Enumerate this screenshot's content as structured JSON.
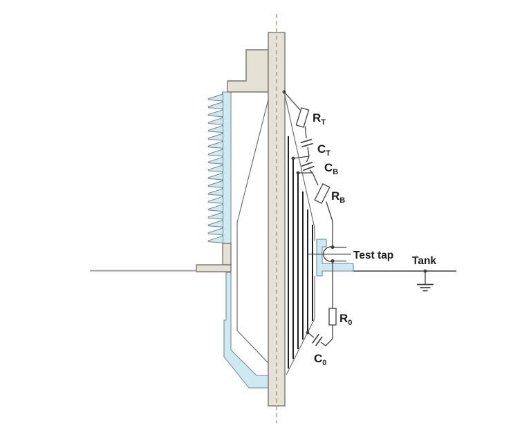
{
  "labels": {
    "rt": {
      "main": "R",
      "sub": "T"
    },
    "ct": {
      "main": "C",
      "sub": "T"
    },
    "cb": {
      "main": "C",
      "sub": "B"
    },
    "rb": {
      "main": "R",
      "sub": "B"
    },
    "r0": {
      "main": "R",
      "sub": "0"
    },
    "c0": {
      "main": "C",
      "sub": "0"
    },
    "test_tap": "Test tap",
    "tank": "Tank"
  },
  "colors": {
    "body-fill": "#e6e1d5",
    "body-stroke": "#7a766c",
    "insulator-fill": "#cde9f1",
    "insulator-stroke": "#6e8289",
    "outline": "#6f6f6f",
    "circuit": "#3d3d3d",
    "foil": "#161616",
    "label": "#1c1c1c",
    "dash": "#a49f93",
    "tank-line-left": "#9a9a9a"
  }
}
